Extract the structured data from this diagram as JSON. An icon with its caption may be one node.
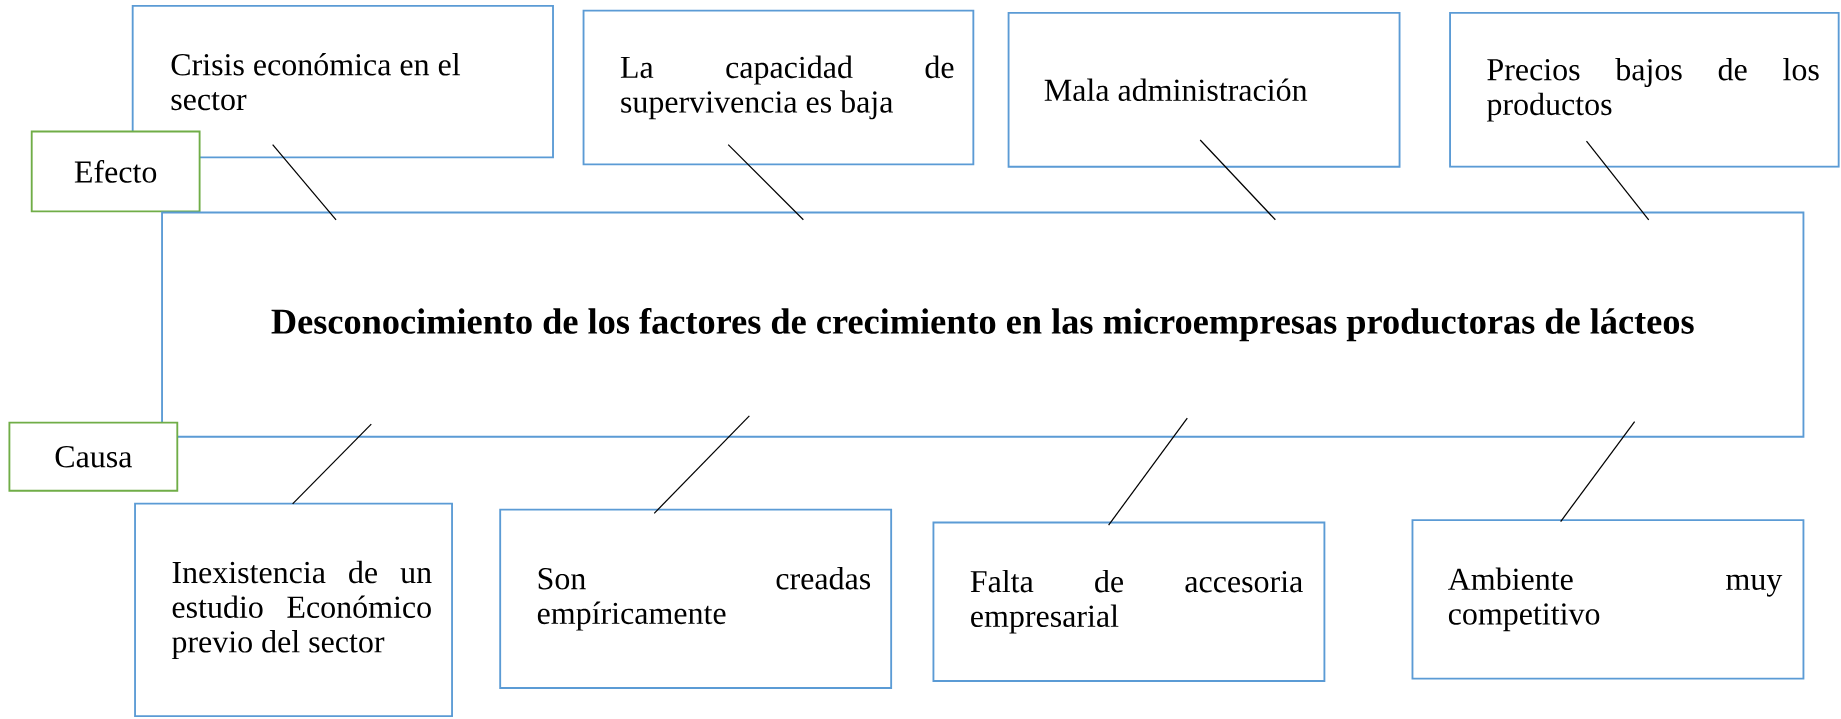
{
  "diagram": {
    "nodes": [
      {
        "text": [
          "Crisis económica en el sector"
        ]
      },
      {
        "text": [
          "La capacidad de supervivencia es baja"
        ]
      },
      {
        "text": [
          "Mala administración"
        ]
      },
      {
        "text": [
          "Precios bajos de los productos"
        ]
      },
      {
        "text": [
          "Efecto"
        ]
      },
      {
        "text": [
          "Desconocimiento de los factores de crecimiento en las microempresas productoras de lácteos"
        ]
      },
      {
        "text": [
          "Causa"
        ]
      },
      {
        "text": [
          "Inexistencia de un estudio Económico previo del sector"
        ]
      },
      {
        "text": [
          "Son creadas empíricamente"
        ]
      },
      {
        "text": [
          "Falta de accesoria empresarial"
        ]
      },
      {
        "text": [
          "Ambiente muy competitivo"
        ]
      }
    ],
    "edges": [
      {
        "from": 5,
        "to": 0,
        "arrow": "none"
      },
      {
        "from": 5,
        "to": 1,
        "arrow": "none"
      },
      {
        "from": 5,
        "to": 2,
        "arrow": "none"
      },
      {
        "from": 5,
        "to": 3,
        "arrow": "none"
      },
      {
        "from": 7,
        "to": 5,
        "arrow": "none"
      },
      {
        "from": 8,
        "to": 5,
        "arrow": "none"
      },
      {
        "from": 9,
        "to": 5,
        "arrow": "none"
      },
      {
        "from": 10,
        "to": 5,
        "arrow": "none"
      }
    ]
  }
}
